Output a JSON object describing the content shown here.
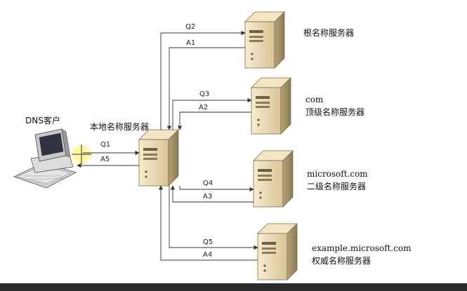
{
  "client": {
    "label": "DNS客户"
  },
  "local_server": {
    "label": "本地名称服务器"
  },
  "servers": [
    {
      "id": "root",
      "line1": "根名称服务器",
      "line2": ""
    },
    {
      "id": "tld",
      "line1": "com",
      "line2": "顶级名称服务器"
    },
    {
      "id": "second",
      "line1": "microsoft.com",
      "line2": "二级名称服务器"
    },
    {
      "id": "authoritative",
      "line1": "example.microsoft.com",
      "line2": "权威名称服务器"
    }
  ],
  "messages": {
    "q1": "Q1",
    "a5": "A5",
    "q2": "Q2",
    "a1": "A1",
    "q3": "Q3",
    "a2": "A2",
    "q4": "Q4",
    "a3": "A3",
    "q5": "Q5",
    "a4": "A4"
  },
  "colors": {
    "server_body": "#e8d7ae",
    "server_dark": "#8a7a55",
    "server_light": "#f7ecd0",
    "arrow": "#333333",
    "cursor_highlight": "#fff27a"
  }
}
